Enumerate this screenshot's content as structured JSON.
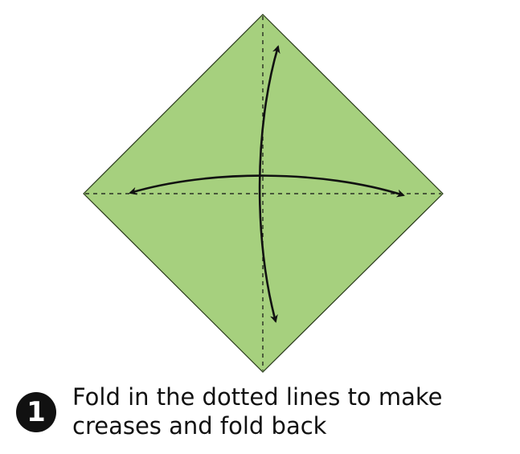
{
  "colors": {
    "paper_fill": "#a6d07e",
    "paper_edge": "#2a3a1c",
    "ink": "#111111",
    "background": "#ffffff"
  },
  "diagram": {
    "shape": "square-paper-diamond",
    "creases": [
      "vertical",
      "horizontal"
    ],
    "crease_style": "dotted",
    "arrows": [
      "fold-and-unfold-vertical",
      "fold-and-unfold-horizontal"
    ]
  },
  "step": {
    "number": "1",
    "instruction_line1": "Fold in the dotted lines to make",
    "instruction_line2": "creases and fold back"
  }
}
